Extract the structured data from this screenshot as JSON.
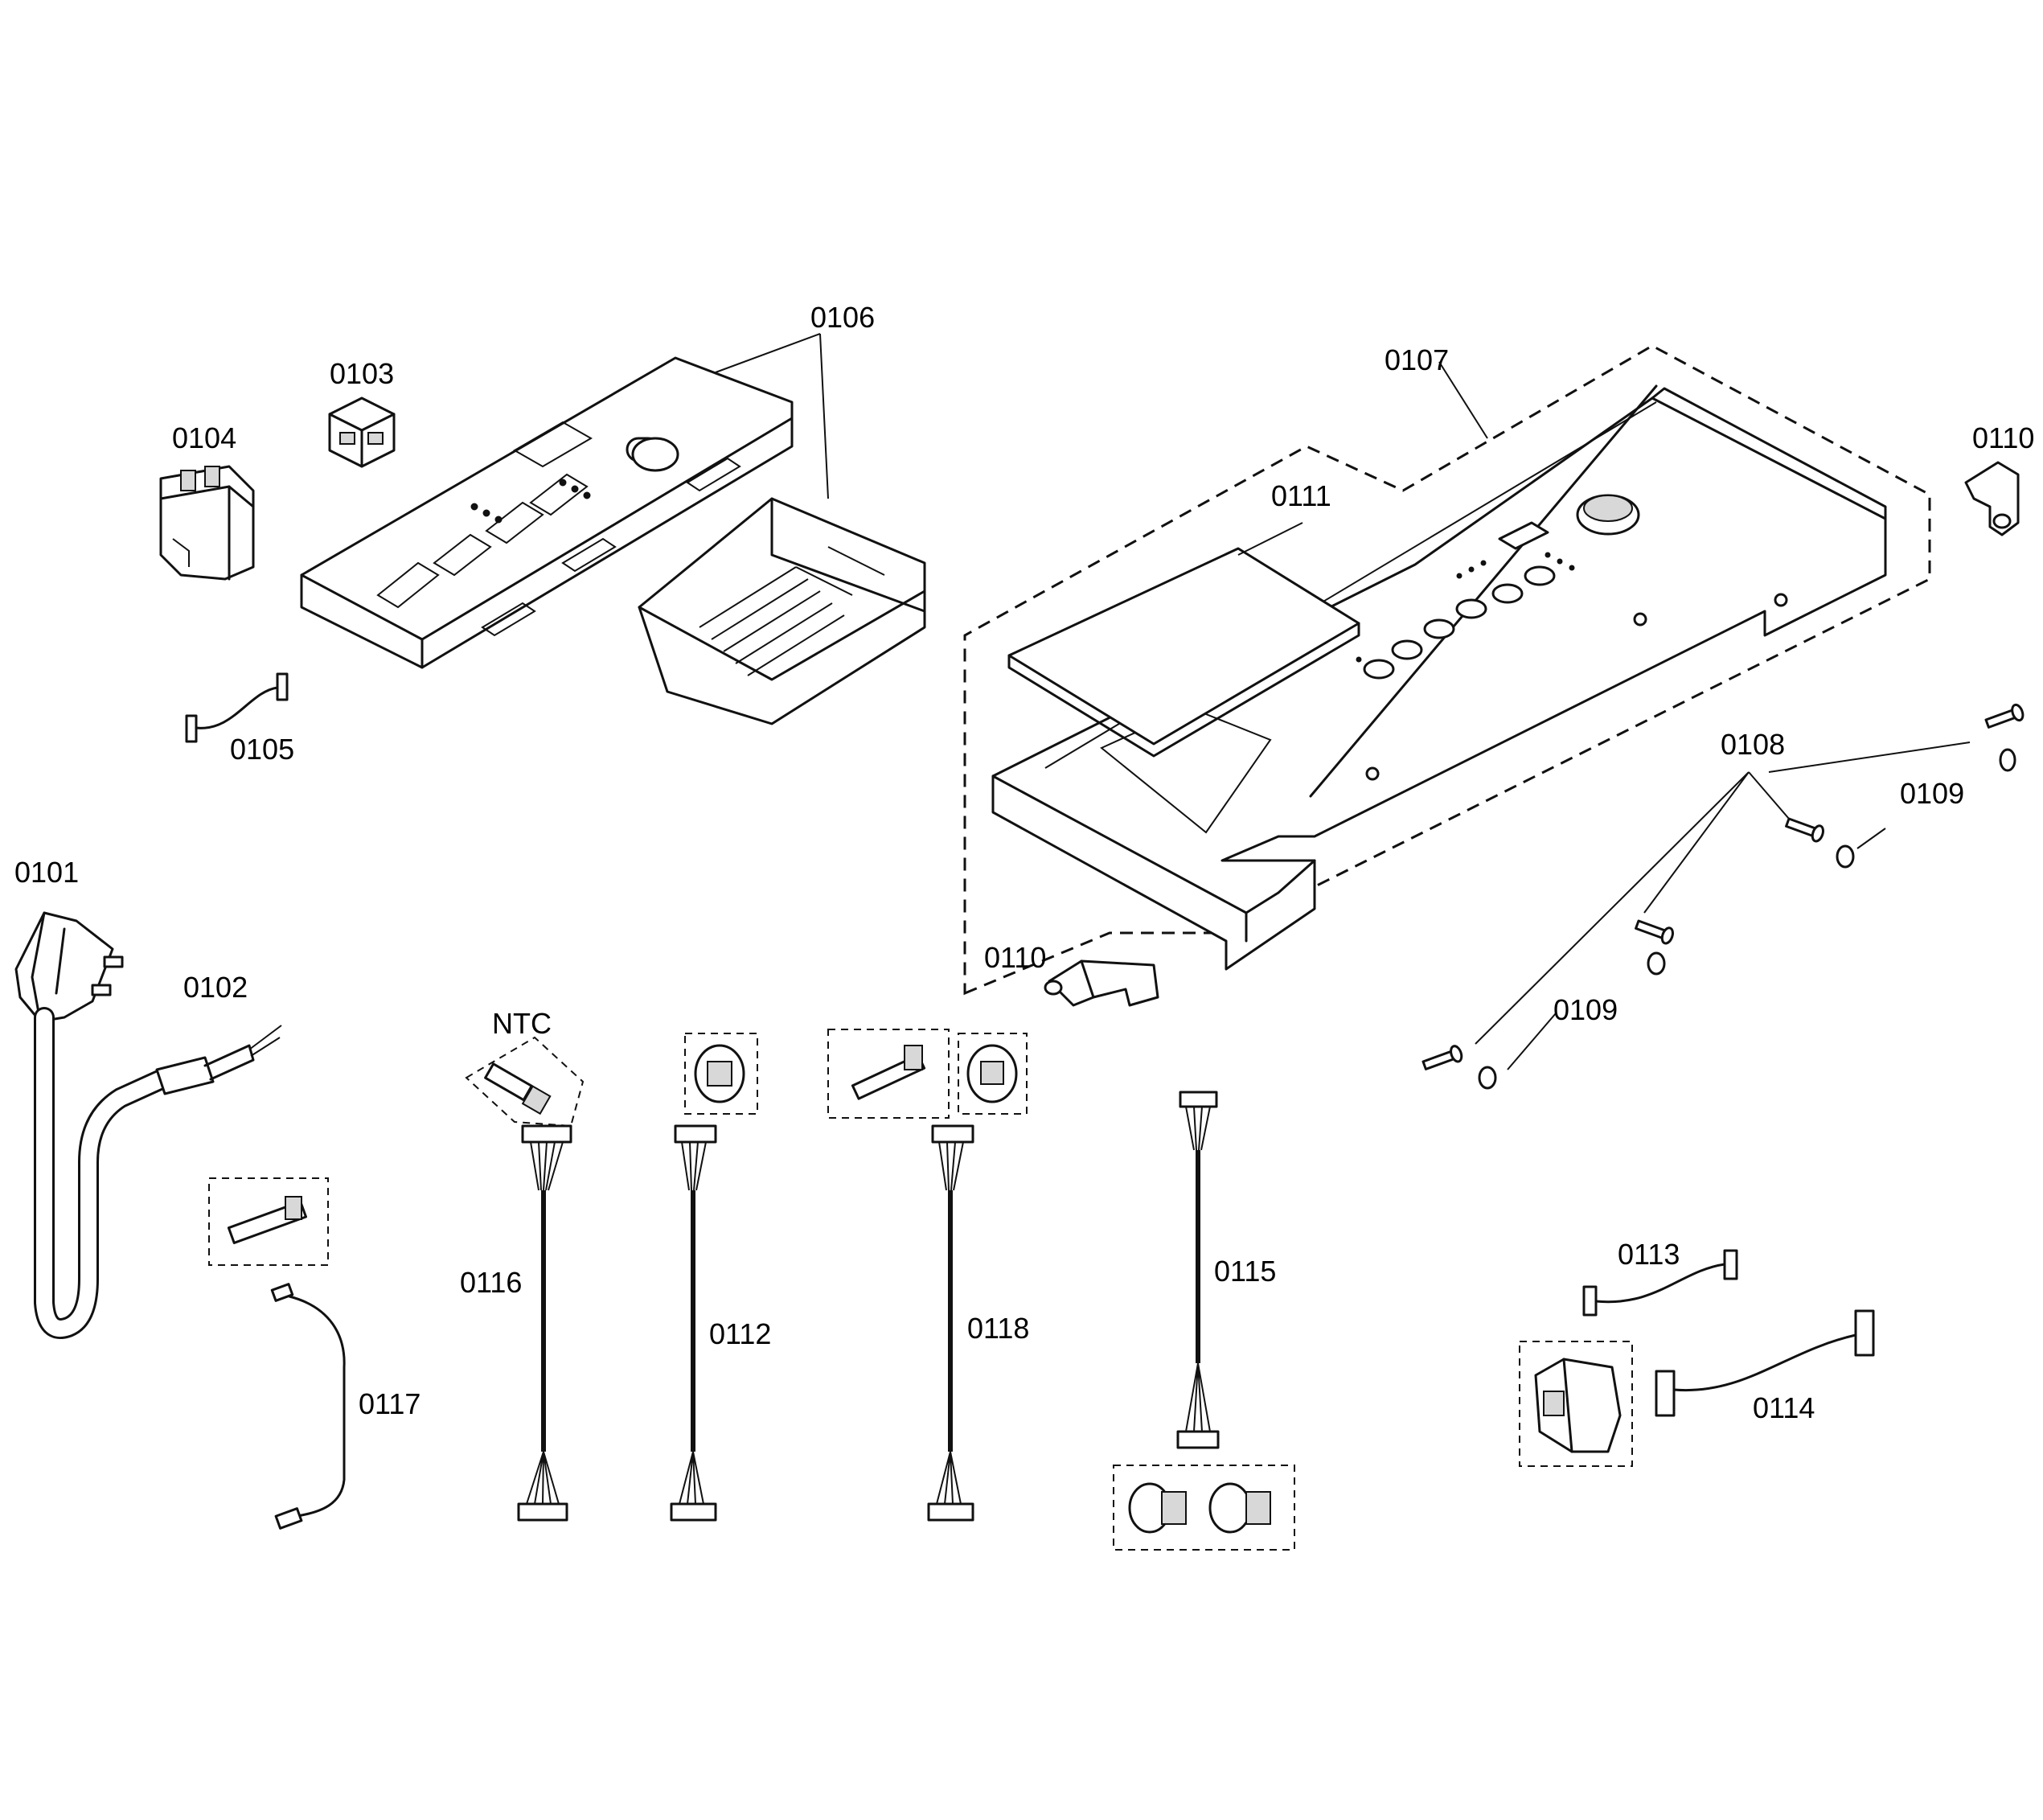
{
  "diagram": {
    "part_labels": {
      "p0101": "0101",
      "p0102": "0102",
      "p0103": "0103",
      "p0104": "0104",
      "p0105": "0105",
      "p0106": "0106",
      "p0107": "0107",
      "p0108": "0108",
      "p0109a": "0109",
      "p0109b": "0109",
      "p0110a": "0110",
      "p0110b": "0110",
      "p0111": "0111",
      "p0112": "0112",
      "p0113": "0113",
      "p0114": "0114",
      "p0115": "0115",
      "p0116": "0116",
      "p0117": "0117",
      "p0118": "0118",
      "ntc": "NTC"
    }
  }
}
